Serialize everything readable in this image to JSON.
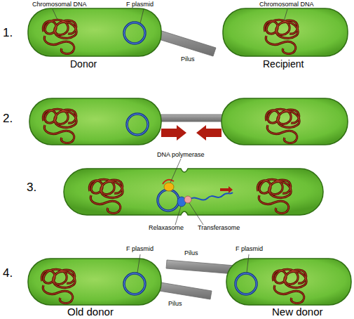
{
  "diagram": {
    "labels": [
      "1.",
      "Chromosomal DNA",
      "F plasmid",
      "Chromosomal DNA",
      "Pilus",
      "Donor",
      "Recipient",
      "2.",
      "DNA polymerase",
      "3.",
      "Relaxasome",
      "Transferasome",
      "4.",
      "F plasmid",
      "F plasmid",
      "Pilus",
      "Pilus",
      "Old donor",
      "New donor"
    ]
  }
}
